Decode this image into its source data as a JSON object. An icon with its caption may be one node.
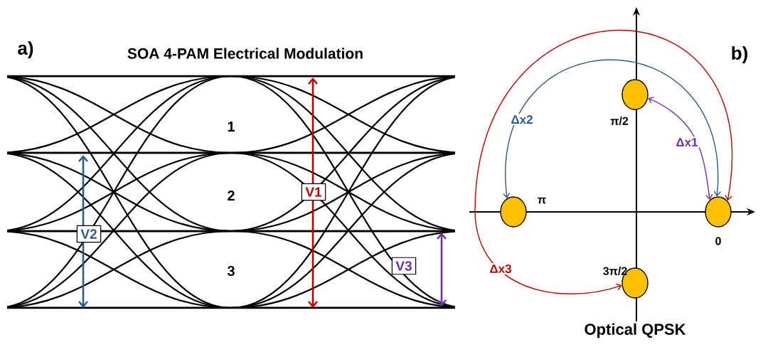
{
  "diagram": {
    "nodes": [
      {
        "text": [],
        "shape": "circle",
        "beside": [
          "π/2"
        ]
      },
      {
        "text": [],
        "shape": "circle",
        "beside": [
          "π"
        ]
      },
      {
        "text": [],
        "shape": "circle",
        "beside": [
          "0"
        ]
      },
      {
        "text": [],
        "shape": "circle",
        "beside": [
          "3π/2"
        ]
      },
      {
        "text": [
          "V1"
        ]
      },
      {
        "text": [
          "V2"
        ]
      },
      {
        "text": [
          "V3"
        ]
      }
    ],
    "edges": [
      {
        "from": 2,
        "to": 0,
        "arrow": "both",
        "label": "Δx1",
        "color": "#7030a0"
      },
      {
        "from": 1,
        "to": 2,
        "arrow": "both",
        "label": "Δx2",
        "color": "#2e5c8a"
      },
      {
        "from": 3,
        "to": 2,
        "arrow": "both",
        "label": "Δx3",
        "color": "#c00000"
      }
    ],
    "labels": [
      "a)",
      "SOA 4-PAM Electrical Modulation",
      "b)",
      "1",
      "2",
      "3",
      "Optical QPSK"
    ]
  }
}
